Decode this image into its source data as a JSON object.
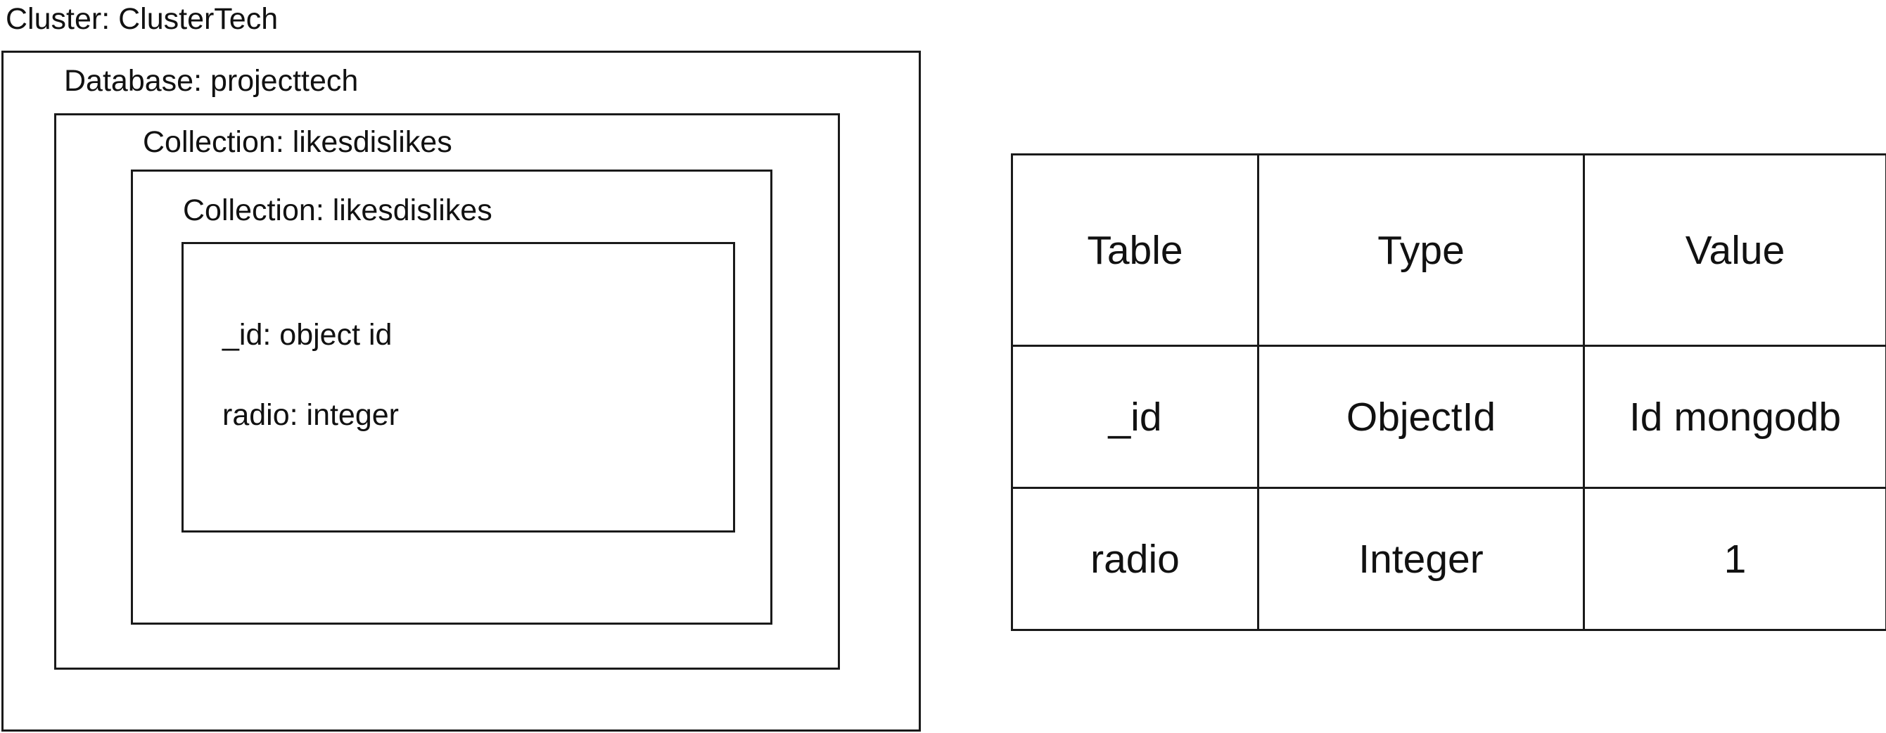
{
  "cluster": {
    "label": "Cluster: ClusterTech"
  },
  "database": {
    "label": "Database: projecttech"
  },
  "collection_outer": {
    "label": "Collection:  likesdislikes"
  },
  "collection_inner": {
    "label": "Collection:  likesdislikes"
  },
  "document": {
    "fields": [
      "_id: object id",
      "radio: integer"
    ]
  },
  "schema_table": {
    "header": [
      "Table",
      "Type",
      "Value"
    ],
    "rows": [
      [
        "_id",
        "ObjectId",
        "Id mongodb"
      ],
      [
        "radio",
        "Integer",
        "1"
      ]
    ]
  }
}
